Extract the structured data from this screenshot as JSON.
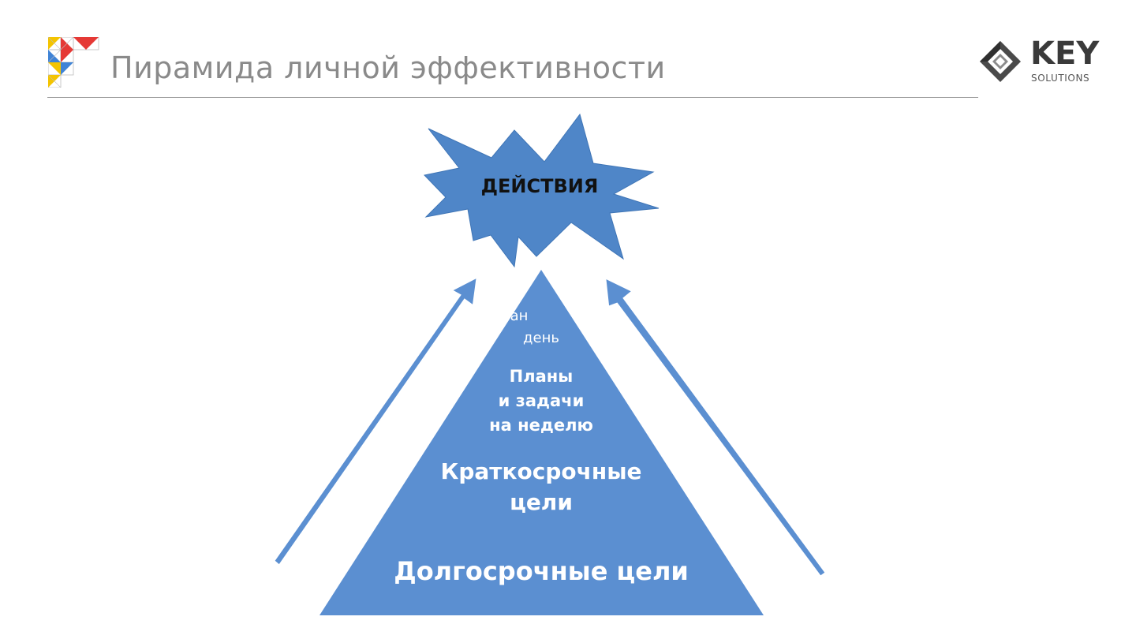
{
  "header": {
    "title": "Пирамида личной эффективности",
    "brand_main": "KEY",
    "brand_sub": "SOLUTIONS"
  },
  "diagram": {
    "star_label": "ДЕЙСТВИЯ",
    "levels": {
      "daily_line1": "ан",
      "daily_line2": "день",
      "weekly": "Планы\nи задачи\nна неделю",
      "short_term": "Краткосрочные\nцели",
      "long_term": "Долгосрочные цели"
    }
  },
  "colors": {
    "shape_blue": "#5b8fd1",
    "star_blue": "#4f86c8",
    "title_gray": "#8a8a8a"
  }
}
